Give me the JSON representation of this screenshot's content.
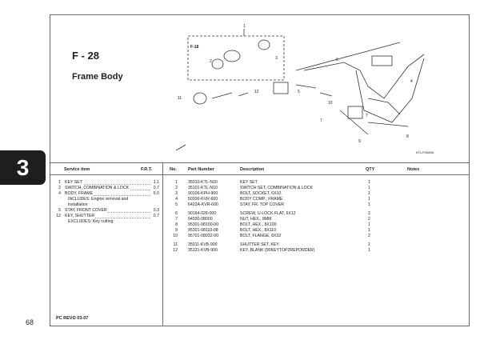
{
  "page": {
    "tab_number": "3",
    "page_number": "68",
    "footer": "PC REVO 03-07"
  },
  "figure": {
    "id": "F - 28",
    "name": "Frame Body",
    "ref_code": "KTL/F28808",
    "callouts": [
      "1",
      "2",
      "3",
      "4",
      "5",
      "6",
      "7",
      "7",
      "8",
      "9",
      "10",
      "11",
      "12",
      "F-18"
    ]
  },
  "headers": {
    "service_item": "Service item",
    "frt": "F.R.T.",
    "no": "No.",
    "part_number": "Part Number",
    "description": "Description",
    "qty": "QTY",
    "notes": "Notes"
  },
  "service_items": [
    {
      "no": "1",
      "name": "KEY SET",
      "frt": "1.1"
    },
    {
      "no": "2",
      "name": "SWITCH, COMBINATION & LOCK",
      "frt": "0.7"
    },
    {
      "no": "4",
      "name": "BODY, FRAME",
      "frt": "5.0"
    },
    {
      "no": "",
      "name": "INCLUDES: Engine removal and",
      "frt": ""
    },
    {
      "no": "",
      "name": "installation",
      "frt": ""
    },
    {
      "no": "5",
      "name": "STAY, FRONT COVER",
      "frt": "0.3"
    },
    {
      "no": "12",
      "name": "KEY, SHUTTER",
      "frt": "0.7"
    },
    {
      "no": "",
      "name": "EXCLUDES: Key cutting",
      "frt": ""
    }
  ],
  "parts_group1": [
    {
      "no": "1",
      "pn": "35010-KTL-N10",
      "desc": "KEY SET",
      "qty": "1"
    },
    {
      "no": "2",
      "pn": "35101-KTL-N10",
      "desc": "SWITCH SET, COMBINATION &   LOCK",
      "qty": "1"
    },
    {
      "no": "3",
      "pn": "90106-KPH-900",
      "desc": "BOLT, SOCKET, 6X10",
      "qty": "1"
    },
    {
      "no": "4",
      "pn": "50100-KVR-600",
      "desc": "BODY COMP., FRAME",
      "qty": "1"
    },
    {
      "no": "5",
      "pn": "6422A-KVR-600",
      "desc": "STAY, FR. TOP COVER",
      "qty": "1"
    }
  ],
  "parts_group2": [
    {
      "no": "6",
      "pn": "90164-028-000",
      "desc": "SCREW, U-LOCK FLAT, 6X12",
      "qty": "2"
    },
    {
      "no": "7",
      "pn": "94030-08000",
      "desc": "NUT, HEX., 8MM",
      "qty": "2"
    },
    {
      "no": "8",
      "pn": "95301-08100-00",
      "desc": "BOLT, HEX., 8X100",
      "qty": "1"
    },
    {
      "no": "9",
      "pn": "95301-08110-08",
      "desc": "BOLT, HEX., 8X110",
      "qty": "1"
    },
    {
      "no": "10",
      "pn": "95701-08032-00",
      "desc": "BOLT, FLANGE, 8X32",
      "qty": "2"
    }
  ],
  "parts_group3": [
    {
      "no": "11",
      "pn": "35011-KVB-900",
      "desc": "SHUTTER SET, KEY",
      "qty": "1"
    },
    {
      "no": "12",
      "pn": "35121-KVB-900",
      "desc": "KEY, BLANK (90KEYTOP2REPORDER)",
      "qty": "1"
    }
  ]
}
